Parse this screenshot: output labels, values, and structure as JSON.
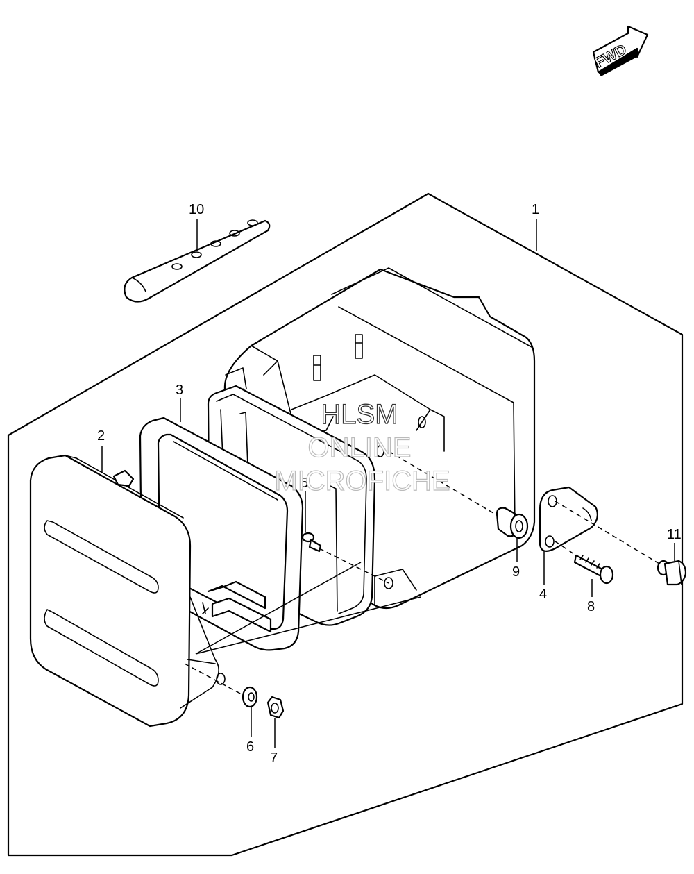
{
  "badge": {
    "label": "FWD"
  },
  "callouts": [
    {
      "id": "1",
      "label": "1"
    },
    {
      "id": "2",
      "label": "2"
    },
    {
      "id": "3",
      "label": "3"
    },
    {
      "id": "4",
      "label": "4"
    },
    {
      "id": "5",
      "label": "5"
    },
    {
      "id": "6",
      "label": "6"
    },
    {
      "id": "7",
      "label": "7"
    },
    {
      "id": "8",
      "label": "8"
    },
    {
      "id": "9",
      "label": "9"
    },
    {
      "id": "10",
      "label": "10"
    },
    {
      "id": "11",
      "label": "11"
    }
  ],
  "watermark": {
    "line1": "HLSM",
    "line2": "ONLINE",
    "line3": "MICROFICHE"
  }
}
